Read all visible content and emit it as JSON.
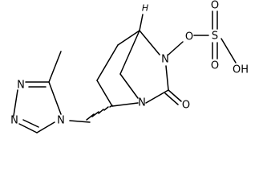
{
  "molecule": {
    "atoms": {
      "h_bridgehead": "H",
      "n_bridge_top": "N",
      "o_ester": "O",
      "s": "S",
      "o_s_top": "O",
      "o_s_bottom": "O",
      "oh": "OH",
      "n_bridge_bottom": "N",
      "o_carbonyl": "O",
      "triazole_n1": "N",
      "triazole_n2": "N",
      "triazole_n4": "N"
    }
  }
}
